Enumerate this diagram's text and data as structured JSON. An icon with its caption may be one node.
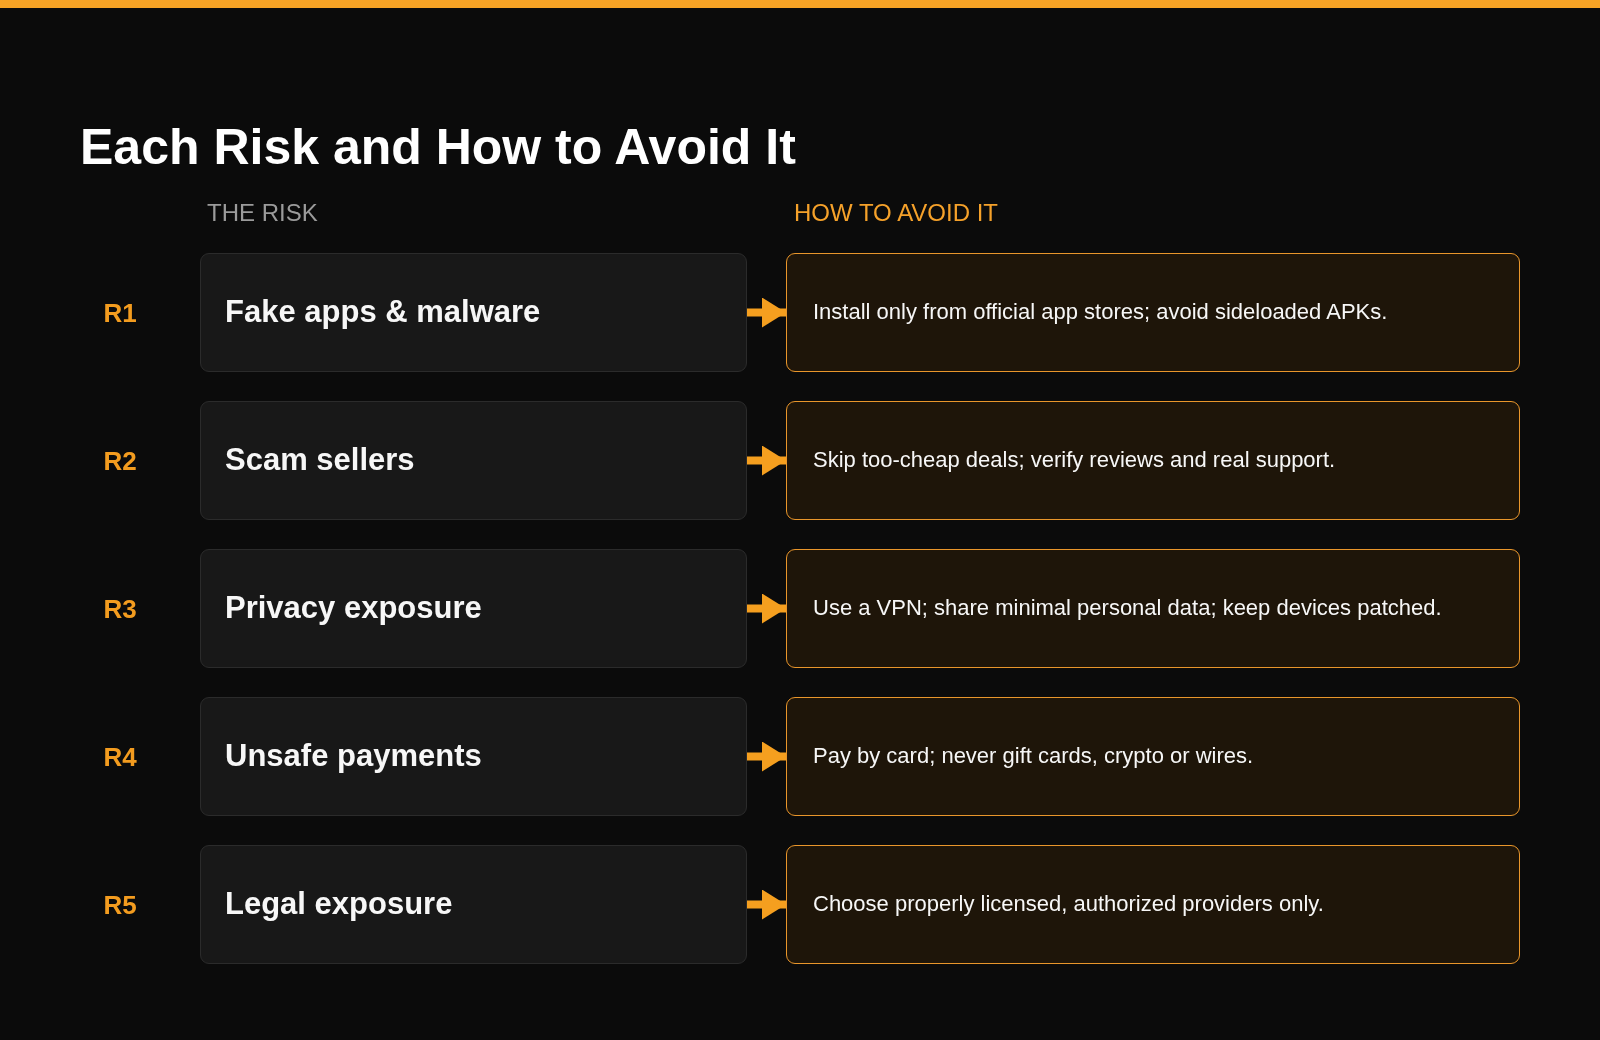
{
  "diagram": {
    "title": "Each Risk and How to Avoid It",
    "nodes": [
      {
        "text": [
          "Fake apps & malware"
        ],
        "beside": [
          "R1"
        ]
      },
      {
        "text": [
          "Install only from official app stores; avoid sideloaded APKs."
        ]
      },
      {
        "text": [
          "Scam sellers"
        ],
        "beside": [
          "R2"
        ]
      },
      {
        "text": [
          "Skip too-cheap deals; verify reviews and real support."
        ]
      },
      {
        "text": [
          "Privacy exposure"
        ],
        "beside": [
          "R3"
        ]
      },
      {
        "text": [
          "Use a VPN; share minimal personal data; keep devices patched."
        ]
      },
      {
        "text": [
          "Unsafe payments"
        ],
        "beside": [
          "R4"
        ]
      },
      {
        "text": [
          "Pay by card; never gift cards, crypto or wires."
        ]
      },
      {
        "text": [
          "Legal exposure"
        ],
        "beside": [
          "R5"
        ]
      },
      {
        "text": [
          "Choose properly licensed, authorized providers only."
        ]
      }
    ],
    "edges": [
      {
        "from": 0,
        "to": 1,
        "arrow": "to"
      },
      {
        "from": 2,
        "to": 3,
        "arrow": "to"
      },
      {
        "from": 4,
        "to": 5,
        "arrow": "to"
      },
      {
        "from": 6,
        "to": 7,
        "arrow": "to"
      },
      {
        "from": 8,
        "to": 9,
        "arrow": "to"
      }
    ],
    "labels": [
      "THE RISK",
      "HOW TO AVOID IT"
    ]
  }
}
